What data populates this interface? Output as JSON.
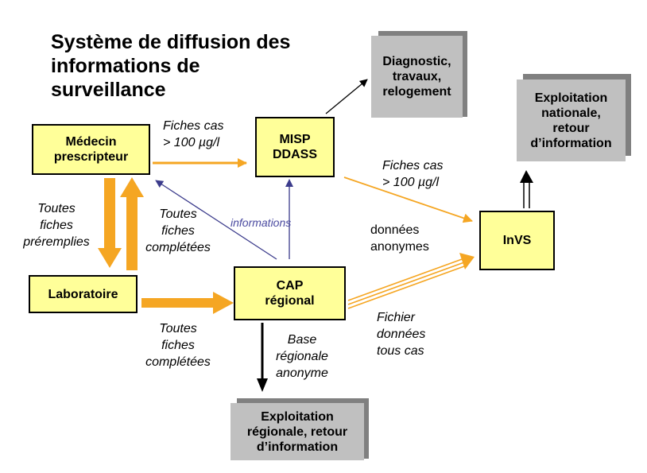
{
  "title": {
    "line1": "Système de diffusion des",
    "line2": "informations de",
    "line3": "surveillance"
  },
  "nodes": {
    "medecin": {
      "line1": "Médecin",
      "line2": "prescripteur"
    },
    "laboratoire": {
      "line1": "Laboratoire"
    },
    "misp": {
      "line1": "MISP",
      "line2": "DDASS"
    },
    "cap": {
      "line1": "CAP",
      "line2": "régional"
    },
    "invs": {
      "line1": "InVS"
    },
    "diagnostic": {
      "line1": "Diagnostic,",
      "line2": "travaux,",
      "line3": "relogement"
    },
    "exploitation_nationale": {
      "line1": "Exploitation",
      "line2": "nationale,",
      "line3": "retour",
      "line4": "d’information"
    },
    "exploitation_regionale": {
      "line1": "Exploitation",
      "line2": "régionale, retour",
      "line3": "d’information"
    }
  },
  "labels": {
    "fiches_cas_top": {
      "line1": "Fiches cas",
      "line2": "> 100 µg/l"
    },
    "fiches_cas_right": {
      "line1": "Fiches cas",
      "line2": "> 100 µg/l"
    },
    "toutes_fiches_preremplies": {
      "line1": "Toutes",
      "line2": "fiches",
      "line3": "préremplies"
    },
    "toutes_fiches_completees_1": {
      "line1": "Toutes",
      "line2": "fiches",
      "line3": "complétées"
    },
    "toutes_fiches_completees_2": {
      "line1": "Toutes",
      "line2": "fiches",
      "line3": "complétées"
    },
    "informations": "informations",
    "donnees_anonymes": {
      "line1": "données",
      "line2": "anonymes"
    },
    "fichier_donnees": {
      "line1": "Fichier",
      "line2": "données",
      "line3": "tous cas"
    },
    "base_regionale": {
      "line1": "Base",
      "line2": "régionale",
      "line3": "anonyme"
    }
  },
  "colors": {
    "node_fill": "#ffff99",
    "output_fill": "#c0c0c0",
    "arrow_orange": "#f5a623",
    "arrow_blue": "#3c3c8c",
    "label_blue": "#4a4aa0"
  }
}
